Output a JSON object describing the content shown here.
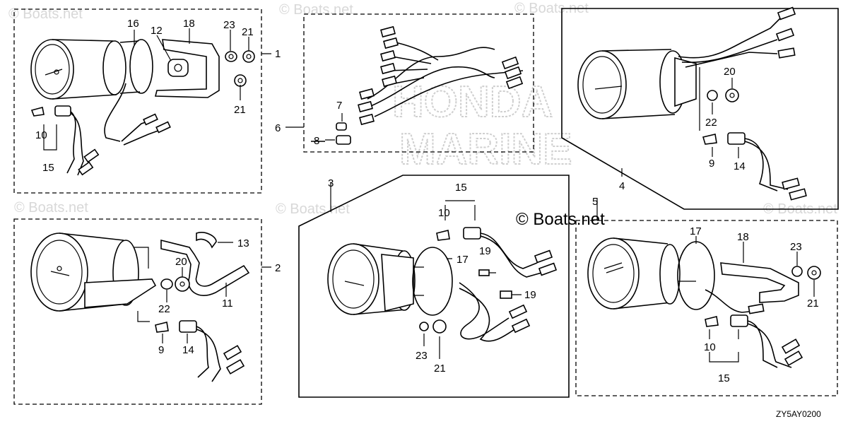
{
  "watermark": {
    "corner_text": "© Boats.net",
    "center_text": "© Boats.net",
    "brand_top": "HONDA",
    "brand_bottom": "MARINE"
  },
  "diagram_code": "ZY5AY0200",
  "callouts": {
    "c1": "1",
    "c2": "2",
    "c3": "3",
    "c4": "4",
    "c5": "5",
    "c6": "6",
    "c7": "7",
    "c8": "8",
    "c9a": "9",
    "c9b": "9",
    "c10a": "10",
    "c10b": "10",
    "c10c": "10",
    "c11": "11",
    "c12": "12",
    "c13": "13",
    "c14a": "14",
    "c14b": "14",
    "c15a": "15",
    "c15b": "15",
    "c15c": "15",
    "c16": "16",
    "c17a": "17",
    "c17b": "17",
    "c18a": "18",
    "c18b": "18",
    "c19a": "19",
    "c19b": "19",
    "c20a": "20",
    "c20b": "20",
    "c21a": "21",
    "c21b": "21",
    "c21c": "21",
    "c21d": "21",
    "c22a": "22",
    "c22b": "22",
    "c23a": "23",
    "c23b": "23",
    "c23c": "23"
  }
}
